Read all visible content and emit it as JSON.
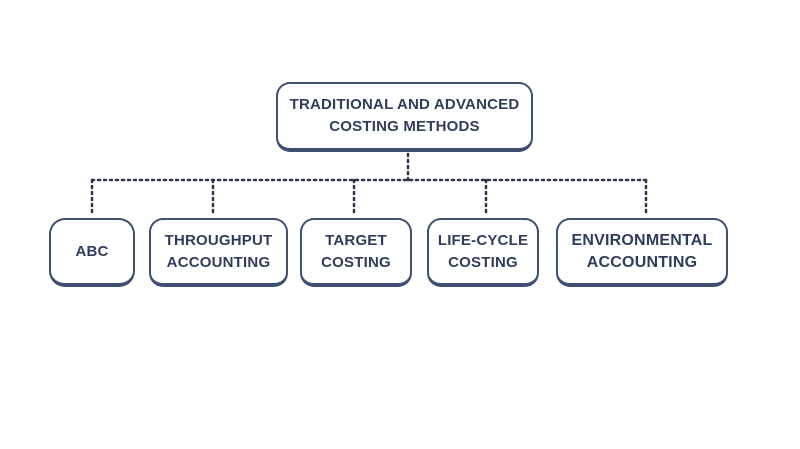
{
  "diagram": {
    "root": {
      "line1": "TRADITIONAL AND ADVANCED",
      "line2": "COSTING METHODS"
    },
    "children": [
      {
        "line1": "ABC",
        "line2": ""
      },
      {
        "line1": "THROUGHPUT",
        "line2": "ACCOUNTING"
      },
      {
        "line1": "TARGET",
        "line2": "COSTING"
      },
      {
        "line1": "LIFE-CYCLE",
        "line2": "COSTING"
      },
      {
        "line1": "ENVIRONMENTAL",
        "line2": "ACCOUNTING"
      }
    ]
  },
  "colors": {
    "node_border": "#3f4f70",
    "text": "#2f3d5c",
    "connector": "#2c3548",
    "background": "#ffffff"
  }
}
